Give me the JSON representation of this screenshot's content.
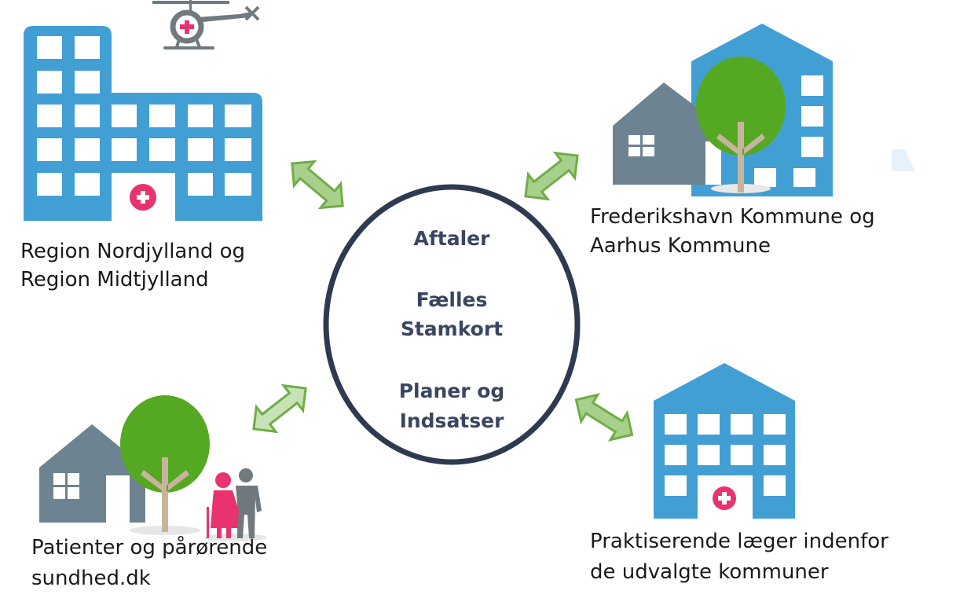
{
  "center": {
    "items": [
      "Aftaler",
      "Fælles",
      "Stamkort",
      "Planer og",
      "Indsatser"
    ]
  },
  "nodes": {
    "regions": {
      "lines": [
        "Region Nordjylland og",
        "Region Midtjylland"
      ]
    },
    "municipalities": {
      "lines": [
        "Frederikshavn Kommune og",
        "Aarhus Kommune"
      ]
    },
    "patients": {
      "lines": [
        "Patienter og pårørende",
        "sundhed.dk"
      ]
    },
    "gps": {
      "lines": [
        "Praktiserende læger indenfor",
        "de udvalgte kommuner"
      ]
    }
  },
  "colors": {
    "building_blue": "#429fd4",
    "house_gray": "#6e8391",
    "tree_green": "#55a821",
    "trunk": "#c8b49c",
    "medical_pink": "#e8336e",
    "arrow_fill": "#a8d08d",
    "arrow_stroke": "#70ad47",
    "circle_stroke": "#2d3a4f"
  }
}
